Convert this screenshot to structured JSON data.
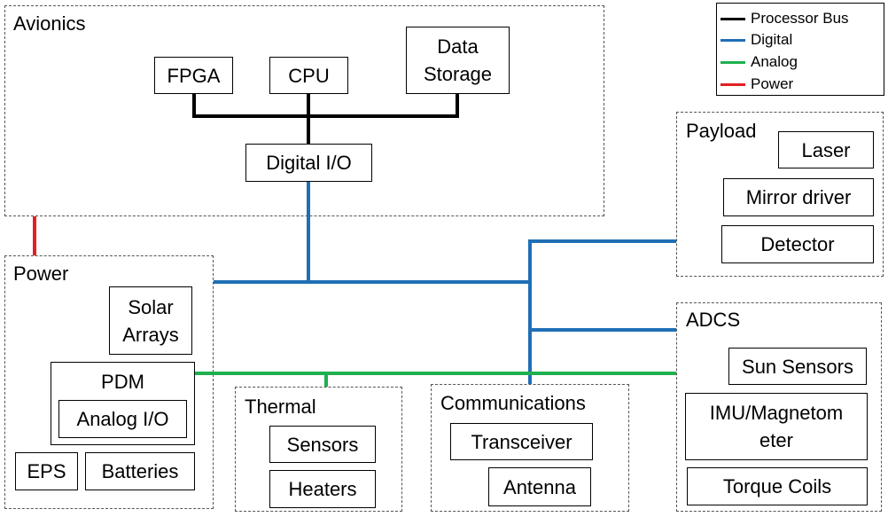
{
  "colors": {
    "processor_bus": "#000000",
    "digital": "#1f6fb5",
    "analog": "#1fb04f",
    "power": "#e31e24"
  },
  "legend": {
    "processor_bus": "Processor Bus",
    "digital": "Digital",
    "analog": "Analog",
    "power": "Power"
  },
  "avionics": {
    "title": "Avionics",
    "fpga": "FPGA",
    "cpu": "CPU",
    "data_storage_line1": "Data",
    "data_storage_line2": "Storage",
    "digital_io": "Digital I/O"
  },
  "power": {
    "title": "Power",
    "solar_line1": "Solar",
    "solar_line2": "Arrays",
    "pdm": "PDM",
    "analog_io": "Analog I/O",
    "eps": "EPS",
    "batteries": "Batteries"
  },
  "thermal": {
    "title": "Thermal",
    "sensors": "Sensors",
    "heaters": "Heaters"
  },
  "communications": {
    "title": "Communications",
    "transceiver": "Transceiver",
    "antenna": "Antenna"
  },
  "payload": {
    "title": "Payload",
    "laser": "Laser",
    "mirror_driver": "Mirror driver",
    "detector": "Detector"
  },
  "adcs": {
    "title": "ADCS",
    "sun_sensors": "Sun Sensors",
    "imu_line1": "IMU/Magnetom",
    "imu_line2": "eter",
    "torque_coils": "Torque Coils"
  }
}
